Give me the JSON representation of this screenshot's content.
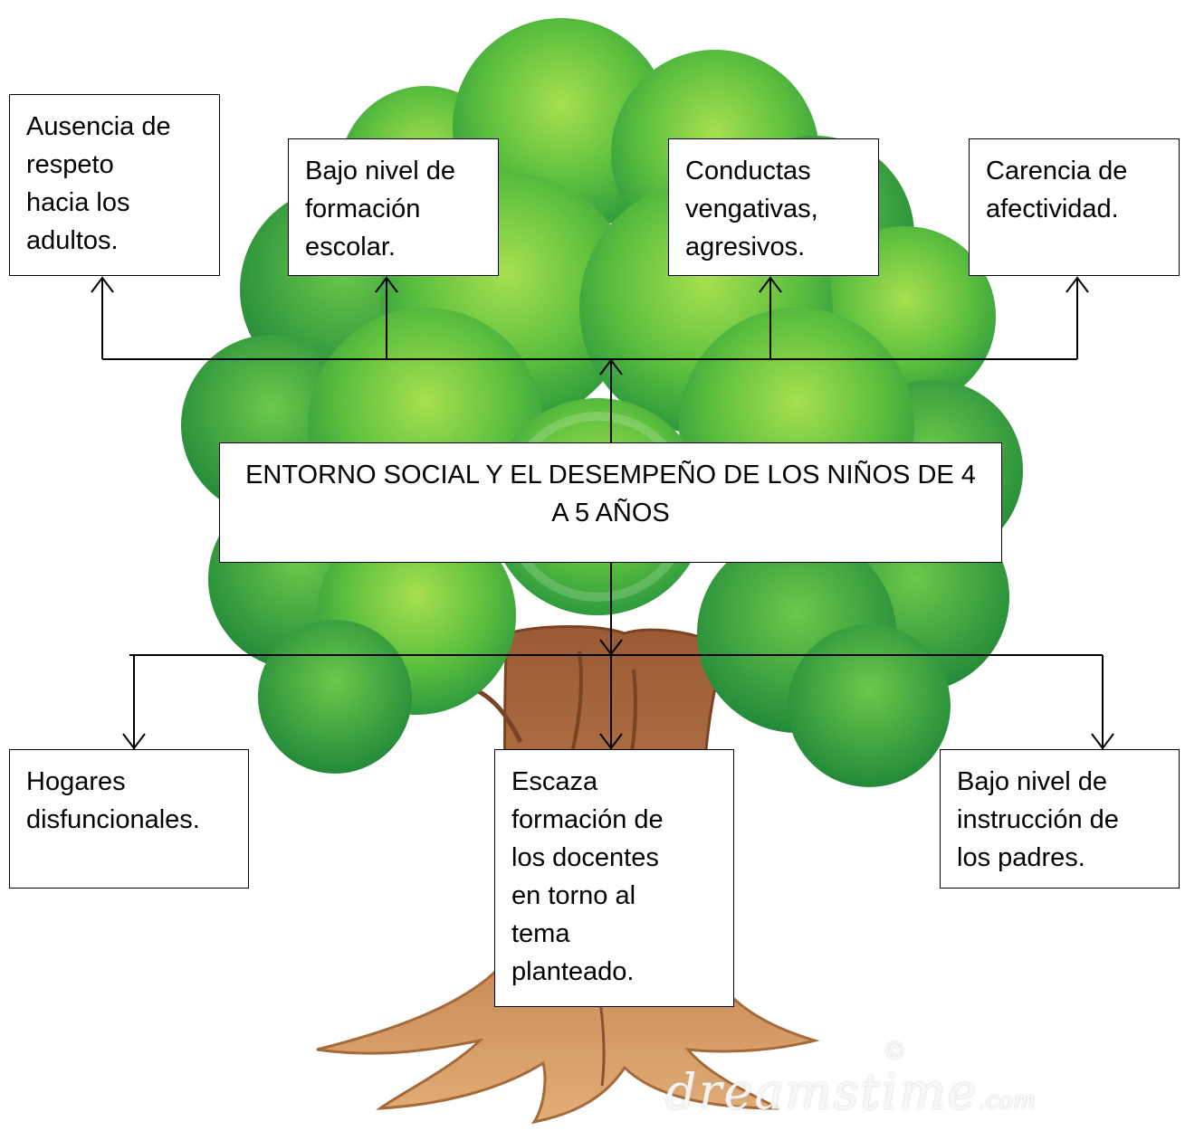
{
  "diagram": {
    "central": "ENTORNO SOCIAL Y EL DESEMPEÑO DE LOS NIÑOS DE 4 A 5 AÑOS",
    "effects": [
      "Ausencia de\nrespeto\nhacia los\nadultos.",
      "Bajo nivel de\nformación\nescolar.",
      "Conductas\nvengativas,\nagresivos.",
      "Carencia de\nafectividad."
    ],
    "causes": [
      "Hogares\ndisfuncionales.",
      "Escaza\nformación de\nlos docentes\nen torno al\ntema\nplanteado.",
      "Bajo nivel de\ninstrucción de\nlos padres."
    ]
  },
  "watermark": {
    "text": "dreamstime",
    "suffix": ".com",
    "symbol": "©"
  },
  "colors": {
    "foliage_dark": "#2f9a3f",
    "foliage_mid": "#55bb3c",
    "foliage_light": "#9bdc4a",
    "trunk": "#b06a3c",
    "roots": "#d9a066",
    "line": "#000000"
  }
}
